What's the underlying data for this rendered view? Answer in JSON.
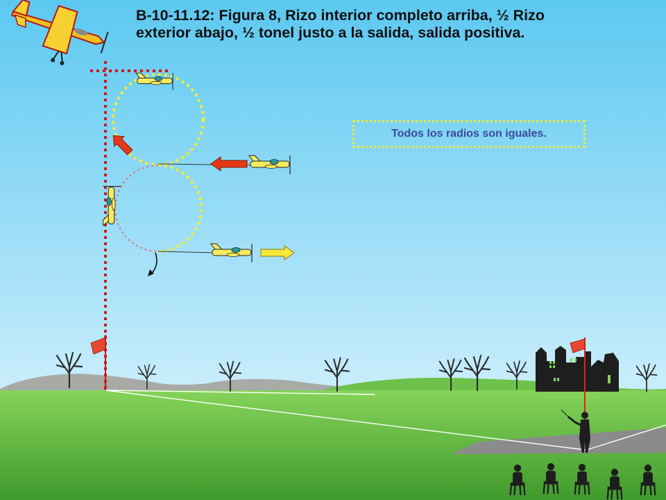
{
  "title": {
    "line1": "B-10-11.12: Figura 8, Rizo interior completo arriba, ½ Rizo",
    "line2": "exterior abajo, ½ tonel justo a la salida, salida positiva."
  },
  "note": "Todos los radios son iguales.",
  "colors": {
    "sky_top": "#5cc8f0",
    "sky_bottom": "#e8f8ff",
    "grass_top": "#86d35a",
    "grass_bottom": "#3f9a2c",
    "flight_path": "#f2ea3a",
    "inverted_path": "#e07080",
    "reference_line": "#d01818",
    "entry_arrow": "#e83818",
    "exit_arrow": "#f5ea3a",
    "aircraft": "#f6ea60",
    "note_text": "#3b4a9a"
  },
  "icons": [
    "aerobatic-plane-icon",
    "small-plane-icon",
    "flag-icon",
    "tree-icon",
    "castle-icon",
    "pilot-icon",
    "spectator-icon"
  ]
}
